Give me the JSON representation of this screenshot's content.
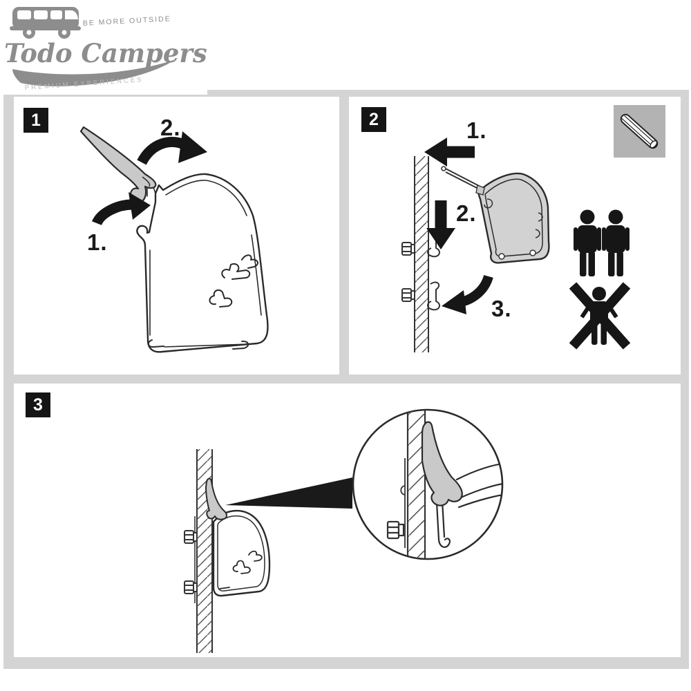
{
  "logo": {
    "tagline_top": "BE MORE OUTSIDE",
    "brand": "Todo Campers",
    "tagline_bottom": "PREMIUM EXPERIENCES"
  },
  "panel1": {
    "badge": "1",
    "step1_label": "1.",
    "step2_label": "2."
  },
  "panel2": {
    "badge": "2",
    "step1_label": "1.",
    "step2_label": "2.",
    "step3_label": "3."
  },
  "panel3": {
    "badge": "3"
  },
  "icons": {
    "logo_vehicle": "campervan-icon",
    "panel2_box": "awning-roller-tube-icon",
    "panel2_people": "two-installers-icon",
    "panel2_forbidden": "no-single-installer-icon",
    "callout": "magnifier-detail-circle"
  },
  "colors": {
    "frame_gray": "#d4d4d4",
    "panel_white": "#ffffff",
    "ink": "#1a1a1a",
    "part_gray_fill": "#c9c9c9",
    "case_gray_fill": "#d2d2d2",
    "icon_box_gray": "#b3b3b3",
    "logo_gray": "#8d8d8d"
  }
}
